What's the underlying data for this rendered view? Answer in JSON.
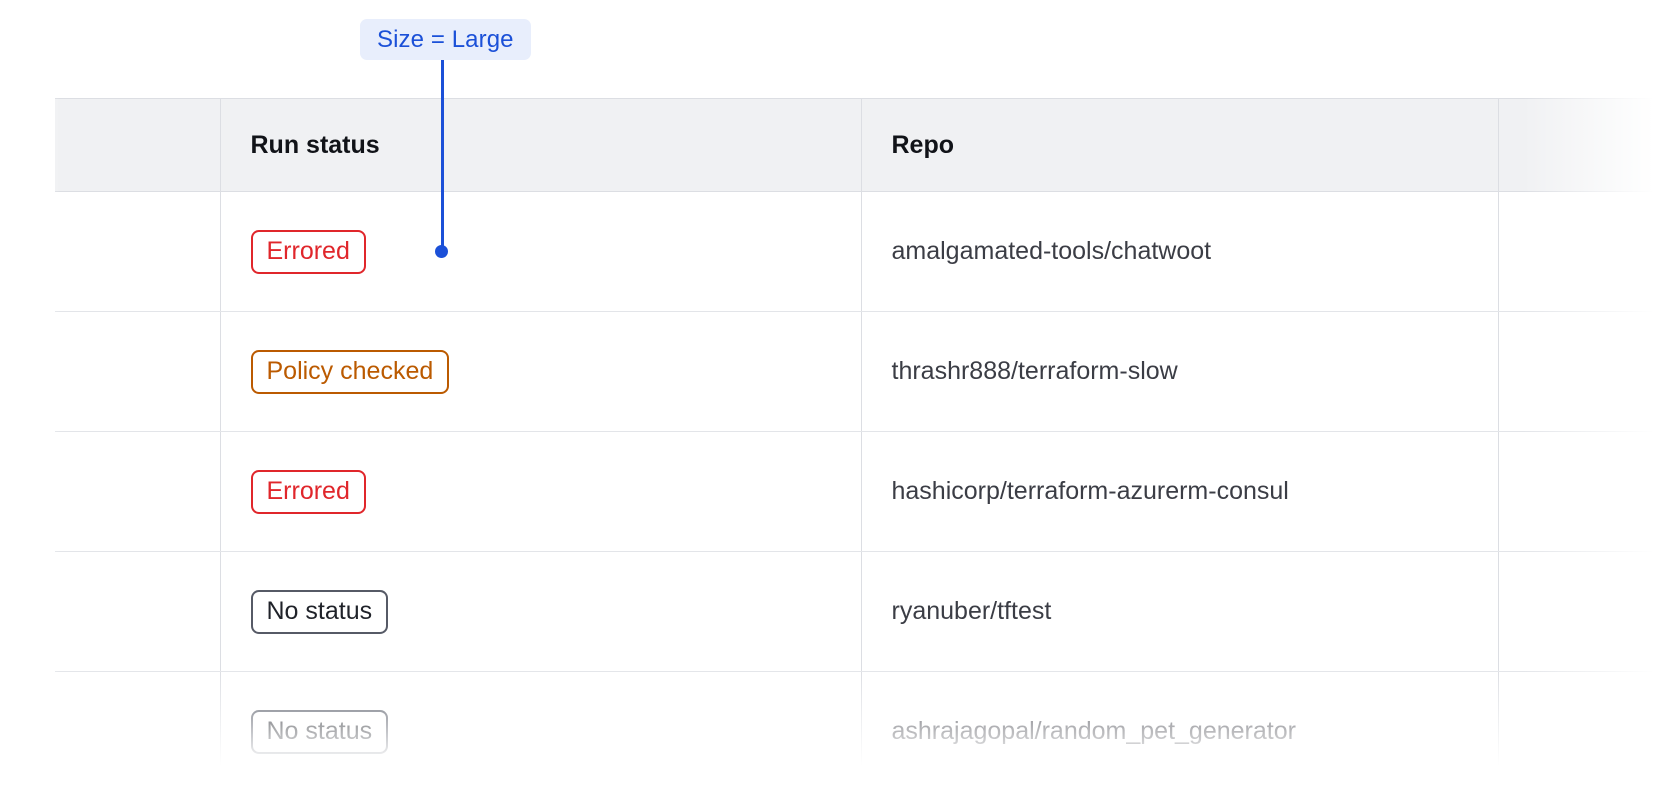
{
  "annotation": {
    "label": "Size = Large",
    "accent_color": "#1b50d8",
    "background_color": "#e8eefc"
  },
  "table": {
    "columns": [
      {
        "key": "select",
        "label": ""
      },
      {
        "key": "run_status",
        "label": "Run status"
      },
      {
        "key": "repo",
        "label": "Repo"
      },
      {
        "key": "extra",
        "label": ""
      }
    ],
    "header_background": "#f0f1f3",
    "border_color": "#dcdee3",
    "rows": [
      {
        "status": "Errored",
        "status_color": "#e0262b",
        "repo": "amalgamated-tools/chatwoot"
      },
      {
        "status": "Policy checked",
        "status_color": "#bb5a00",
        "repo": "thrashr888/terraform-slow"
      },
      {
        "status": "Errored",
        "status_color": "#e0262b",
        "repo": "hashicorp/terraform-azurerm-consul"
      },
      {
        "status": "No status",
        "status_color": "#565a66",
        "repo": "ryanuber/tftest"
      },
      {
        "status": "No status",
        "status_color": "#565a66",
        "repo": "ashrajagopal/random_pet_generator"
      }
    ]
  }
}
